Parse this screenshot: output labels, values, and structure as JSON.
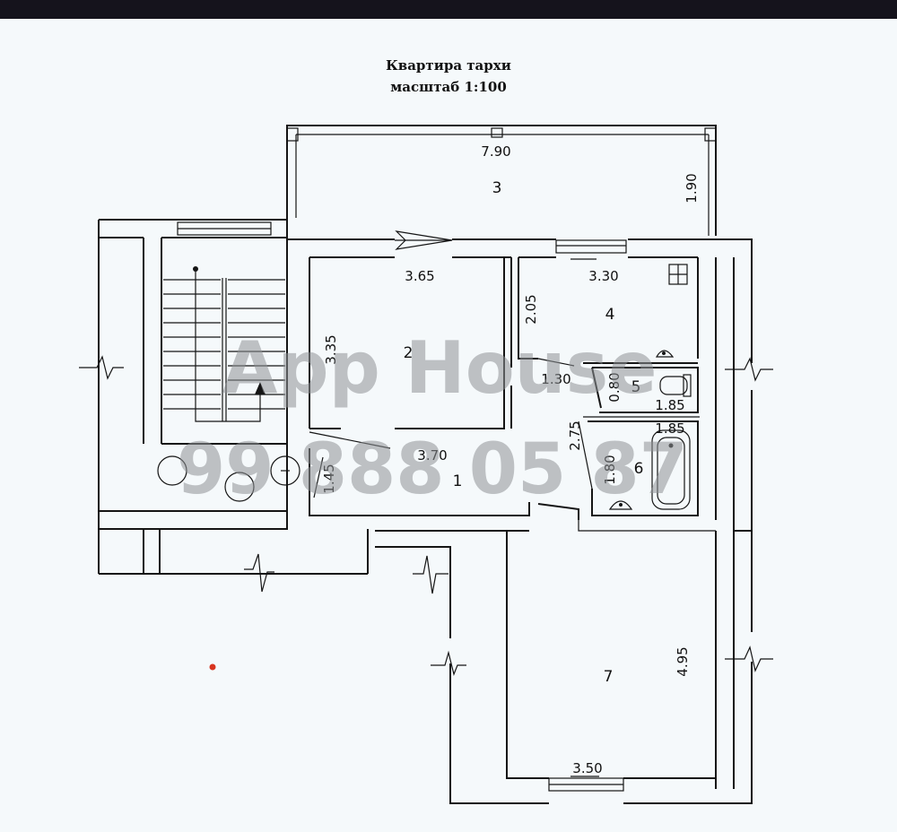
{
  "plan_title": "Квартира тархи",
  "plan_scale": "масштаб 1:100",
  "rooms": {
    "r1": "1",
    "r2": "2",
    "r3": "3",
    "r4": "4",
    "r5": "5",
    "r6": "6",
    "r7": "7"
  },
  "dimensions": {
    "balcony_length": "7.90",
    "balcony_width": "1.90",
    "room2_width_top": "3.65",
    "room2_height": "3.35",
    "room2_width_bottom": "3.70",
    "room2_side": "2.05",
    "room4_width": "3.30",
    "corridor_width": "1.30",
    "room5_height": "0.80",
    "room5_width": "1.85",
    "room6_width": "1.85",
    "room1_side": "2.75",
    "room6_height": "1.80",
    "entrance_width": "1.45",
    "room7_height": "4.95",
    "room7_width": "3.50"
  },
  "watermark": {
    "line1": "App House",
    "line2": "99 888 05 87"
  },
  "colors": {
    "background": "#f5f9fb",
    "top_bar": "#15131c",
    "ink": "#151515",
    "watermark": "#8e9296",
    "dot": "#d8341f"
  }
}
